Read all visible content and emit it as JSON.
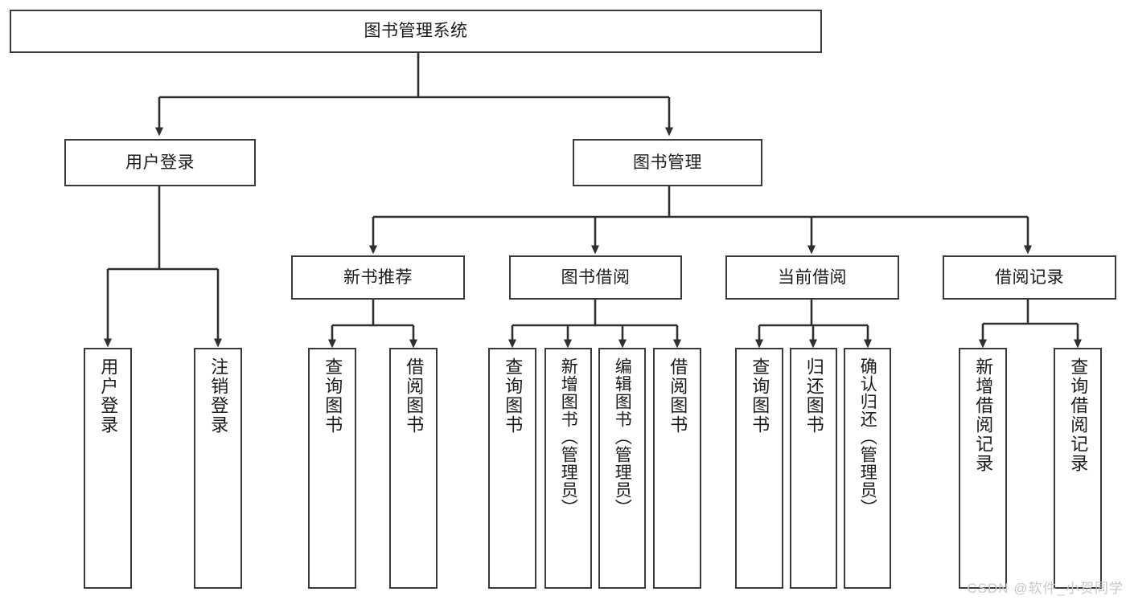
{
  "diagram": {
    "type": "hierarchy-tree",
    "title": "图书管理系统",
    "root": {
      "id": "root",
      "label": "图书管理系统"
    },
    "level1": [
      {
        "id": "login",
        "label": "用户登录"
      },
      {
        "id": "bookmgmt",
        "label": "图书管理"
      }
    ],
    "level2": [
      {
        "id": "newbook",
        "label": "新书推荐",
        "parent": "bookmgmt"
      },
      {
        "id": "borrow",
        "label": "图书借阅",
        "parent": "bookmgmt"
      },
      {
        "id": "current",
        "label": "当前借阅",
        "parent": "bookmgmt"
      },
      {
        "id": "records",
        "label": "借阅记录",
        "parent": "bookmgmt"
      }
    ],
    "leaves": {
      "login": [
        {
          "id": "login-1",
          "label": "用户登录"
        },
        {
          "id": "login-2",
          "label": "注销登录"
        }
      ],
      "newbook": [
        {
          "id": "newbook-1",
          "label": "查询图书"
        },
        {
          "id": "newbook-2",
          "label": "借阅图书"
        }
      ],
      "borrow": [
        {
          "id": "borrow-1",
          "label": "查询图书"
        },
        {
          "id": "borrow-2",
          "label": "新增图书（管理员）"
        },
        {
          "id": "borrow-3",
          "label": "编辑图书（管理员）"
        },
        {
          "id": "borrow-4",
          "label": "借阅图书"
        }
      ],
      "current": [
        {
          "id": "current-1",
          "label": "查询图书"
        },
        {
          "id": "current-2",
          "label": "归还图书"
        },
        {
          "id": "current-3",
          "label": "确认归还（管理员）"
        }
      ],
      "records": [
        {
          "id": "records-1",
          "label": "新增借阅记录"
        },
        {
          "id": "records-2",
          "label": "查询借阅记录"
        }
      ]
    }
  },
  "watermark": {
    "text": "CSDN @软件_小贺同学"
  },
  "colors": {
    "background": "#ffffff",
    "box_border": "#3a3a3a",
    "box_fill": "#ffffff",
    "text": "#1b1b1b",
    "connector": "#2f2f2f",
    "watermark": "#c9c9c9"
  }
}
